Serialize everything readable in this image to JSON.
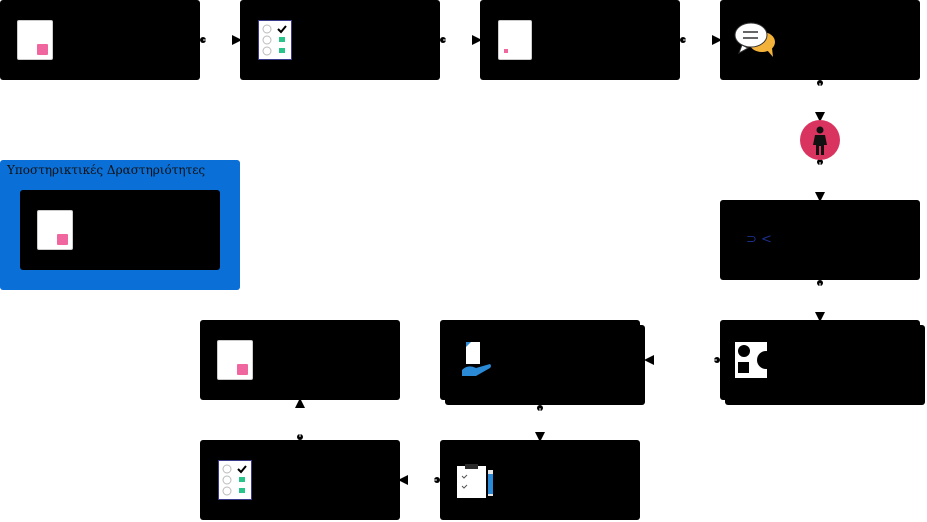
{
  "group": {
    "title": "Υποστηρικτικές Δραστηριότητες"
  },
  "steps": [
    {
      "id": "step-1",
      "icon": "sticky-note-icon"
    },
    {
      "id": "step-2",
      "icon": "checklist-icon"
    },
    {
      "id": "step-3",
      "icon": "document-icon"
    },
    {
      "id": "step-4",
      "icon": "chat-bubbles-icon"
    },
    {
      "id": "step-5",
      "icon": "person-icon"
    },
    {
      "id": "step-6",
      "icon": "code-arrows-icon"
    },
    {
      "id": "step-7",
      "icon": "shapes-icon"
    },
    {
      "id": "step-8",
      "icon": "hand-document-icon"
    },
    {
      "id": "step-9",
      "icon": "sticky-note-icon"
    },
    {
      "id": "step-10",
      "icon": "clipboard-pencil-icon"
    },
    {
      "id": "step-11",
      "icon": "checklist-icon"
    },
    {
      "id": "support-1",
      "icon": "sticky-note-icon"
    }
  ],
  "glyphs": {
    "code_arrows": "⊃ <"
  }
}
